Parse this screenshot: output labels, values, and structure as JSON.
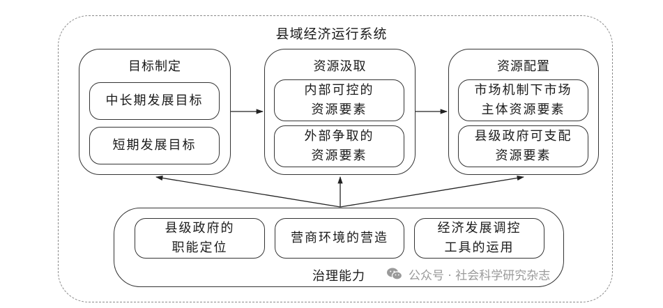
{
  "title": "县域经济运行系统",
  "goal_setting": {
    "title": "目标制定",
    "items": [
      "中长期发展目标",
      "短期发展目标"
    ]
  },
  "resource_acquisition": {
    "title": "资源汲取",
    "items": [
      "内部可控的\n资源要素",
      "外部争取的\n资源要素"
    ]
  },
  "resource_allocation": {
    "title": "资源配置",
    "items": [
      "市场机制下市场\n主体资源要素",
      "县级政府可支配\n资源要素"
    ]
  },
  "governance": {
    "title": "治理能力",
    "items": [
      "县级政府的\n职能定位",
      "营商环境的营造",
      "经济发展调控\n工具的运用"
    ]
  },
  "watermark": {
    "icon": "wechat-icon",
    "text": "公众号 · 社会科学研究杂志"
  }
}
